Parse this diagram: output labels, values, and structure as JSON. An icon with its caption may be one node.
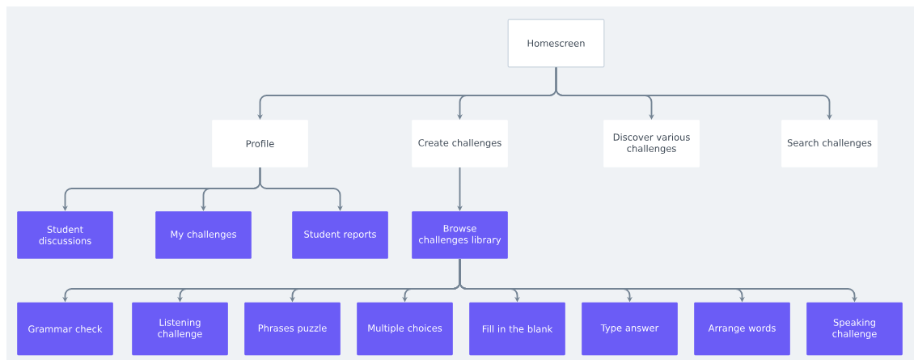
{
  "diagram": {
    "nodes": [
      {
        "text": [
          "Homescreen"
        ]
      },
      {
        "text": [
          "Profile"
        ]
      },
      {
        "text": [
          "Create challenges"
        ]
      },
      {
        "text": [
          "Discover various challenges"
        ]
      },
      {
        "text": [
          "Search challenges"
        ]
      },
      {
        "text": [
          "Student discussions"
        ]
      },
      {
        "text": [
          "My challenges"
        ]
      },
      {
        "text": [
          "Student reports"
        ]
      },
      {
        "text": [
          "Browse challenges library"
        ]
      },
      {
        "text": [
          "Grammar check"
        ]
      },
      {
        "text": [
          "Listening challenge"
        ]
      },
      {
        "text": [
          "Phrases puzzle"
        ]
      },
      {
        "text": [
          "Multiple choices"
        ]
      },
      {
        "text": [
          "Fill in the blank"
        ]
      },
      {
        "text": [
          "Type answer"
        ]
      },
      {
        "text": [
          "Arrange words"
        ]
      },
      {
        "text": [
          "Speaking challenge"
        ]
      }
    ],
    "edges": [
      {
        "from": 0,
        "to": 1,
        "arrow": "to"
      },
      {
        "from": 0,
        "to": 2,
        "arrow": "to"
      },
      {
        "from": 0,
        "to": 3,
        "arrow": "to"
      },
      {
        "from": 0,
        "to": 4,
        "arrow": "to"
      },
      {
        "from": 1,
        "to": 5,
        "arrow": "to"
      },
      {
        "from": 1,
        "to": 6,
        "arrow": "to"
      },
      {
        "from": 1,
        "to": 7,
        "arrow": "to"
      },
      {
        "from": 2,
        "to": 8,
        "arrow": "to"
      },
      {
        "from": 8,
        "to": 9,
        "arrow": "to"
      },
      {
        "from": 8,
        "to": 10,
        "arrow": "to"
      },
      {
        "from": 8,
        "to": 11,
        "arrow": "to"
      },
      {
        "from": 8,
        "to": 12,
        "arrow": "to"
      },
      {
        "from": 8,
        "to": 13,
        "arrow": "to"
      },
      {
        "from": 8,
        "to": 14,
        "arrow": "to"
      },
      {
        "from": 8,
        "to": 15,
        "arrow": "to"
      },
      {
        "from": 8,
        "to": 16,
        "arrow": "to"
      }
    ]
  }
}
